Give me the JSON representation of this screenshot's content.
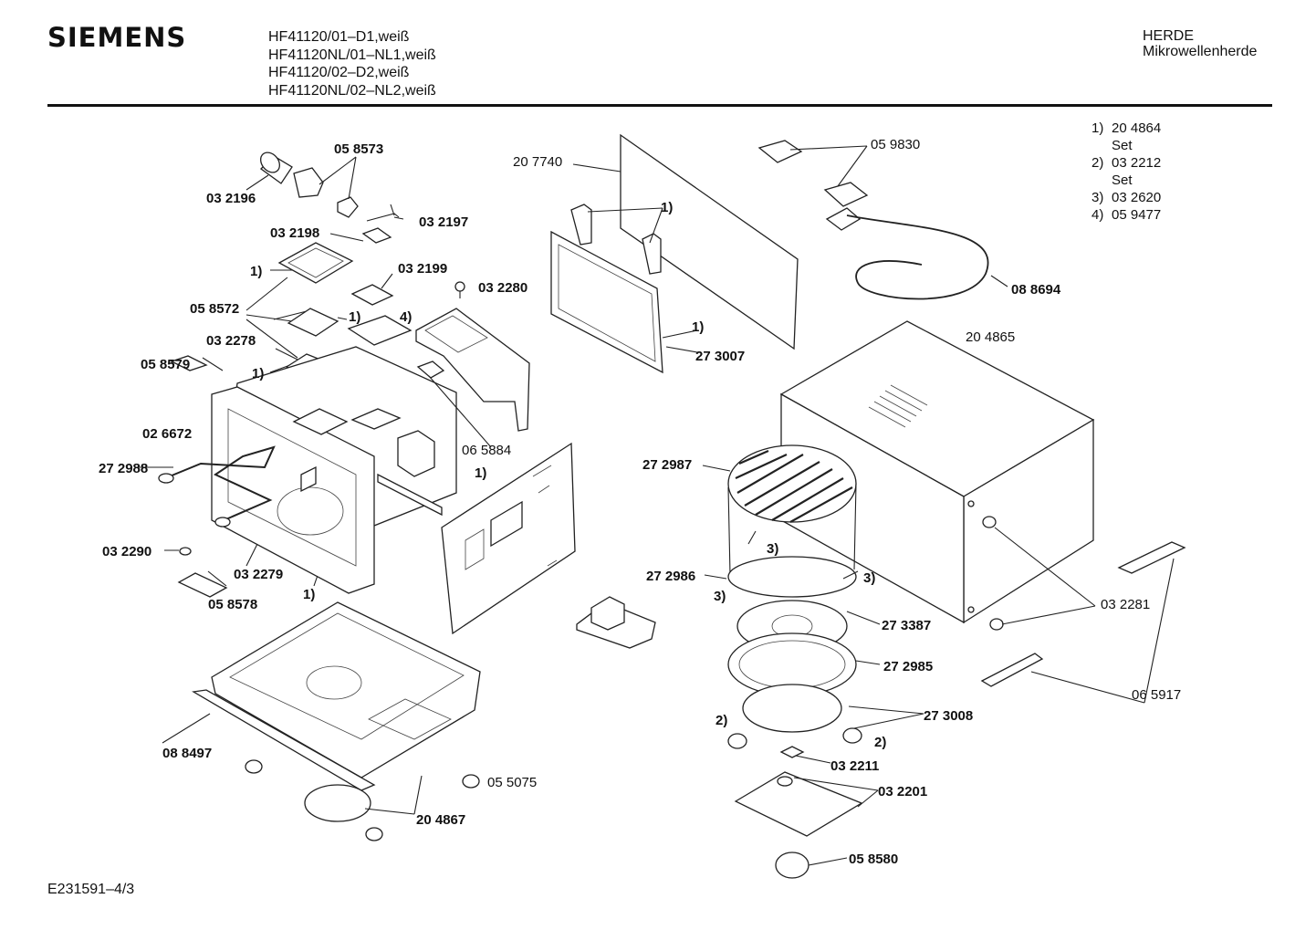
{
  "header": {
    "brand": "SIEMENS",
    "models": [
      "HF41120/01–D1,weiß",
      "HF41120NL/01–NL1,weiß",
      "HF41120/02–D2,weiß",
      "HF41120NL/02–NL2,weiß"
    ],
    "category_line1": "HERDE",
    "category_line2": "Mikrowellenherde"
  },
  "legend": [
    {
      "num": "1)",
      "part": "20 4864",
      "note": "Set"
    },
    {
      "num": "2)",
      "part": "03 2212",
      "note": "Set"
    },
    {
      "num": "3)",
      "part": "03 2620",
      "note": ""
    },
    {
      "num": "4)",
      "part": "05 9477",
      "note": ""
    }
  ],
  "parts": {
    "p058573": "05 8573",
    "p032196": "03 2196",
    "p032197": "03 2197",
    "p032198": "03 2198",
    "p032199": "03 2199",
    "p032280": "03 2280",
    "p058572": "05 8572",
    "p032278": "03 2278",
    "p058579": "05 8579",
    "p026672": "02 6672",
    "p272988": "27 2988",
    "p032290": "03 2290",
    "p032279": "03 2279",
    "p058578": "05 8578",
    "p065884": "06 5884",
    "p207740": "20 7740",
    "p273007": "27 3007",
    "p059830": "05 9830",
    "p088694": "08 8694",
    "p204865": "20 4865",
    "p272987": "27 2987",
    "p272986": "27 2986",
    "p273387": "27 3387",
    "p272985": "27 2985",
    "p273008": "27 3008",
    "p032211": "03 2211",
    "p032201": "03 2201",
    "p058580": "05 8580",
    "p032281": "03 2281",
    "p065917": "06 5917",
    "p088497": "08 8497",
    "p055075": "05 5075",
    "p204867": "20 4867"
  },
  "markers": {
    "m1": "1)",
    "m2": "2)",
    "m3": "3)",
    "m4": "4)"
  },
  "footer": {
    "drawing_no": "E231591–4/3"
  }
}
